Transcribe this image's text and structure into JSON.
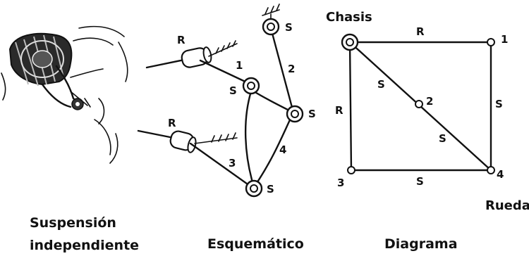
{
  "photo": {
    "caption_line1": "Suspensión",
    "caption_line2": "independiente"
  },
  "schematic": {
    "caption": "Esquemático",
    "joint_labels": {
      "r_top": "R",
      "r_bottom": "R",
      "s_ground": "S",
      "s_upper": "S",
      "s_right": "S",
      "s_bottom": "S"
    },
    "link_labels": {
      "l1": "1",
      "l2": "2",
      "l3": "3",
      "l4": "4"
    }
  },
  "graph": {
    "caption": "Diagrama",
    "node_labels": {
      "chasis": "Chasis",
      "n1": "1",
      "n2": "2",
      "n3": "3",
      "n4": "4",
      "rueda": "Rueda"
    },
    "edge_labels": {
      "top": "R",
      "left": "R",
      "right": "S",
      "bottom": "S",
      "diag_upper": "S",
      "diag_lower": "S"
    }
  }
}
